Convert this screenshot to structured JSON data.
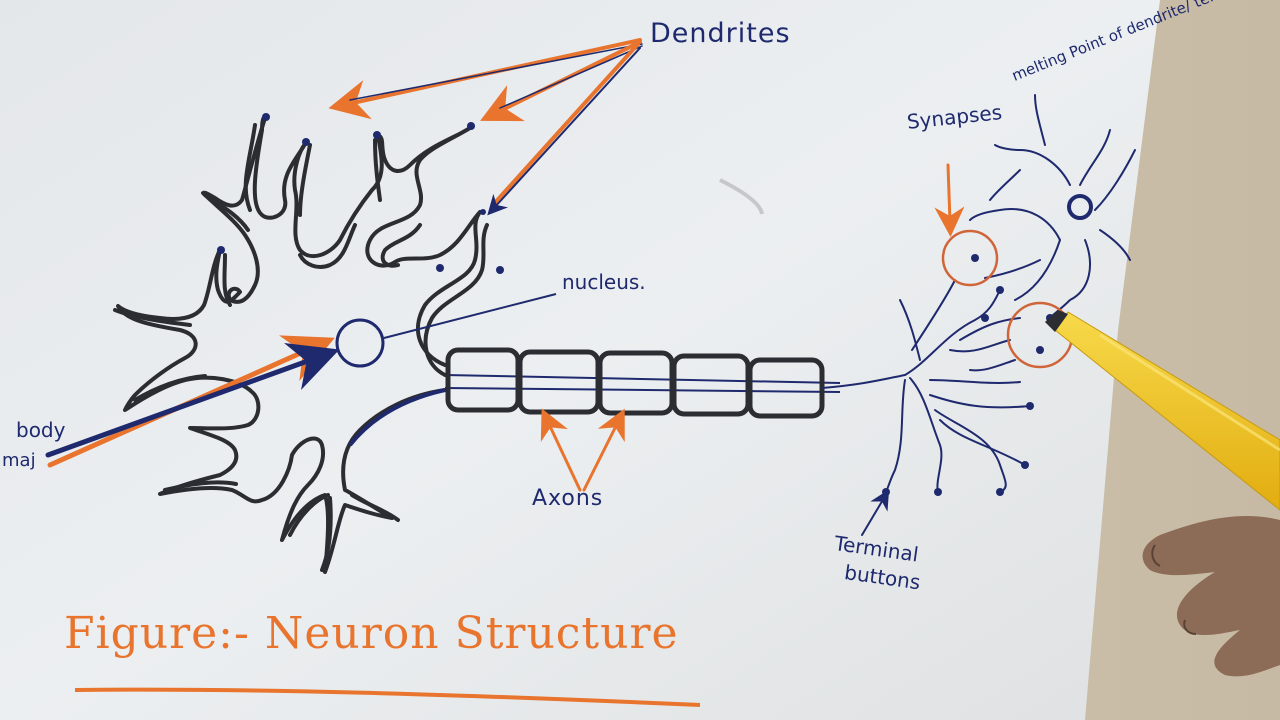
{
  "labels": {
    "dendrites": "Dendrites",
    "nucleus": "nucleus.",
    "axons": "Axons",
    "body_line1": "body",
    "body_line2": "maj",
    "synapses": "Synapses",
    "melting_point": "melting Point of dendrite/ terminal buds",
    "terminal_line1": "Terminal",
    "terminal_line2": "buttons"
  },
  "figure_caption": "Figure:- Neuron Structure",
  "colors": {
    "ink_outline": "#2b2d33",
    "ink_blue": "#1f2a6e",
    "ink_orange": "#e8742d",
    "paper": "#e9ecef",
    "marker_yellow": "#f2c318"
  },
  "objects": [
    "yellow-marker",
    "hand",
    "wooden-table"
  ]
}
